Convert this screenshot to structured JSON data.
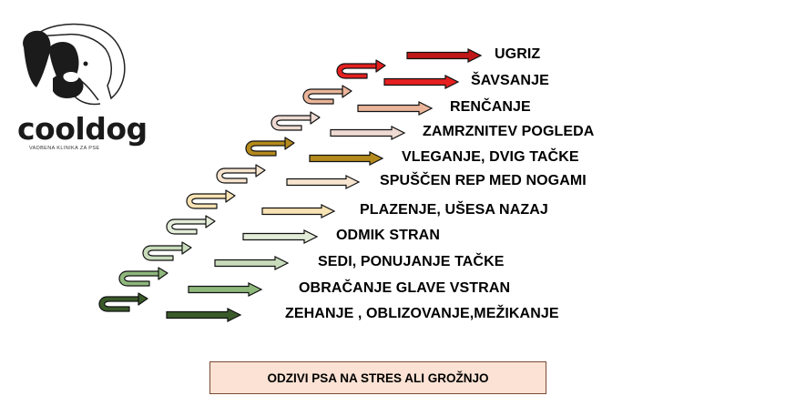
{
  "brand": {
    "name": "cooldog",
    "tagline": "VADBENA KLINIKA ZA PSE"
  },
  "steps": [
    {
      "label": "ZEHANJE , OBLIZOVANJE,MEŽIKANJE",
      "color": "#3a5a2a"
    },
    {
      "label": "OBRAČANJE GLAVE VSTRAN",
      "color": "#8fb87c"
    },
    {
      "label": "SEDI, PONUJANJE TAČKE",
      "color": "#c8dcbc"
    },
    {
      "label": "ODMIK STRAN",
      "color": "#e3ecd8"
    },
    {
      "label": "PLAZENJE, UŠESA NAZAJ",
      "color": "#f8e3b4"
    },
    {
      "label": "SPUŠČEN REP MED NOGAMI",
      "color": "#f6e4cf"
    },
    {
      "label": "VLEGANJE, DVIG TAČKE",
      "color": "#b48a1c"
    },
    {
      "label": "ZAMRZNITEV POGLEDA",
      "color": "#eedad2"
    },
    {
      "label": "RENČANJE",
      "color": "#eab59a"
    },
    {
      "label": "ŠAVSANJE",
      "color": "#e52020"
    },
    {
      "label": "UGRIZ",
      "color": "#c01818"
    }
  ],
  "caption": "ODZIVI PSA NA STRES ALI GROŽNJO"
}
